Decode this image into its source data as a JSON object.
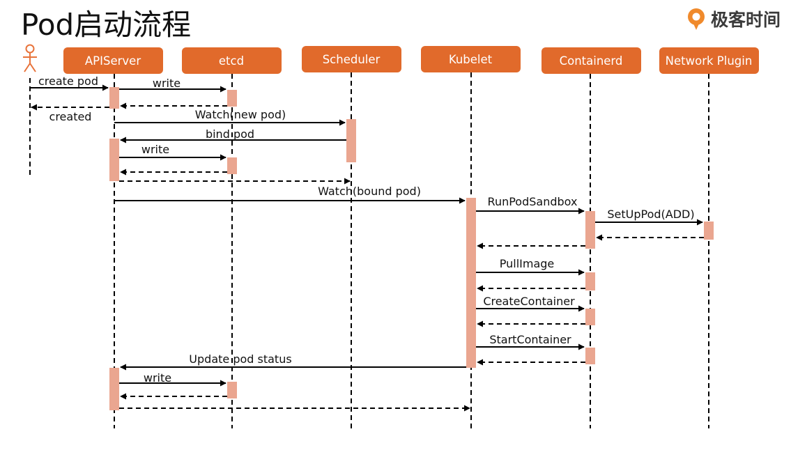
{
  "page": {
    "title": "Pod启动流程"
  },
  "brand": {
    "text": "极客时间",
    "logo_icon": "geekbang-logo-icon"
  },
  "colors": {
    "box": "#e16a2b",
    "activation": "#eaa690",
    "line": "#000000",
    "actor": "#e8733a"
  },
  "diagram": {
    "type": "sequence",
    "participants": [
      {
        "id": "user",
        "label": "",
        "kind": "actor"
      },
      {
        "id": "apiserver",
        "label": "APIServer"
      },
      {
        "id": "etcd",
        "label": "etcd"
      },
      {
        "id": "scheduler",
        "label": "Scheduler"
      },
      {
        "id": "kubelet",
        "label": "Kubelet"
      },
      {
        "id": "containerd",
        "label": "Containerd"
      },
      {
        "id": "network",
        "label": "Network Plugin"
      }
    ],
    "messages": [
      {
        "from": "user",
        "to": "apiserver",
        "label": "create pod",
        "style": "solid"
      },
      {
        "from": "apiserver",
        "to": "etcd",
        "label": "write",
        "style": "solid"
      },
      {
        "from": "etcd",
        "to": "apiserver",
        "label": "",
        "style": "dashed"
      },
      {
        "from": "apiserver",
        "to": "user",
        "label": "created",
        "style": "dashed"
      },
      {
        "from": "apiserver",
        "to": "scheduler",
        "label": "Watch(new pod)",
        "style": "solid"
      },
      {
        "from": "scheduler",
        "to": "apiserver",
        "label": "bind pod",
        "style": "solid"
      },
      {
        "from": "apiserver",
        "to": "etcd",
        "label": "write",
        "style": "solid"
      },
      {
        "from": "etcd",
        "to": "apiserver",
        "label": "",
        "style": "dashed"
      },
      {
        "from": "apiserver",
        "to": "scheduler",
        "label": "",
        "style": "dashed"
      },
      {
        "from": "apiserver",
        "to": "kubelet",
        "label": "Watch(bound pod)",
        "style": "solid"
      },
      {
        "from": "kubelet",
        "to": "containerd",
        "label": "RunPodSandbox",
        "style": "solid"
      },
      {
        "from": "containerd",
        "to": "network",
        "label": "SetUpPod(ADD)",
        "style": "solid"
      },
      {
        "from": "network",
        "to": "containerd",
        "label": "",
        "style": "dashed"
      },
      {
        "from": "containerd",
        "to": "kubelet",
        "label": "",
        "style": "dashed"
      },
      {
        "from": "kubelet",
        "to": "containerd",
        "label": "PullImage",
        "style": "solid"
      },
      {
        "from": "containerd",
        "to": "kubelet",
        "label": "",
        "style": "dashed"
      },
      {
        "from": "kubelet",
        "to": "containerd",
        "label": "CreateContainer",
        "style": "solid"
      },
      {
        "from": "containerd",
        "to": "kubelet",
        "label": "",
        "style": "dashed"
      },
      {
        "from": "kubelet",
        "to": "containerd",
        "label": "StartContainer",
        "style": "solid"
      },
      {
        "from": "containerd",
        "to": "kubelet",
        "label": "",
        "style": "dashed"
      },
      {
        "from": "kubelet",
        "to": "apiserver",
        "label": "Update pod status",
        "style": "solid"
      },
      {
        "from": "apiserver",
        "to": "etcd",
        "label": "write",
        "style": "solid"
      },
      {
        "from": "etcd",
        "to": "apiserver",
        "label": "",
        "style": "dashed"
      },
      {
        "from": "apiserver",
        "to": "kubelet",
        "label": "",
        "style": "dashed"
      }
    ]
  }
}
